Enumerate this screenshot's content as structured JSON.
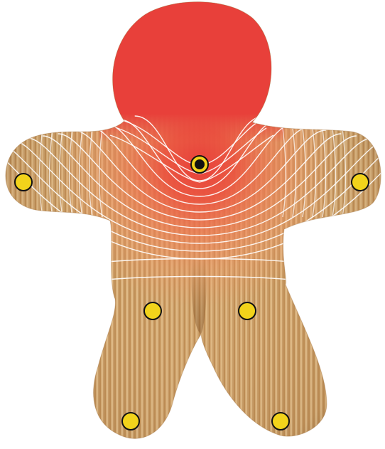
{
  "colors": {
    "background": "#ffffff",
    "wood_light": "#e1b984",
    "wood_mid": "#c9975b",
    "wood_dark": "#9c6a36",
    "heat_red": "#e8403a",
    "heat_orange": "#ef7a52",
    "isoline": "#ffffff",
    "handle_fill": "#f2d31b",
    "handle_stroke": "#111111",
    "source_fill": "#111111",
    "source_ring": "#f2d31b"
  },
  "heat_source": {
    "icon": "black-dot-heat-source-icon"
  },
  "control_points": [
    {
      "id": "left-hand",
      "icon": "yellow-dot-icon"
    },
    {
      "id": "right-hand",
      "icon": "yellow-dot-icon"
    },
    {
      "id": "left-hip",
      "icon": "yellow-dot-icon"
    },
    {
      "id": "right-hip",
      "icon": "yellow-dot-icon"
    },
    {
      "id": "left-foot",
      "icon": "yellow-dot-icon"
    },
    {
      "id": "right-foot",
      "icon": "yellow-dot-icon"
    }
  ]
}
